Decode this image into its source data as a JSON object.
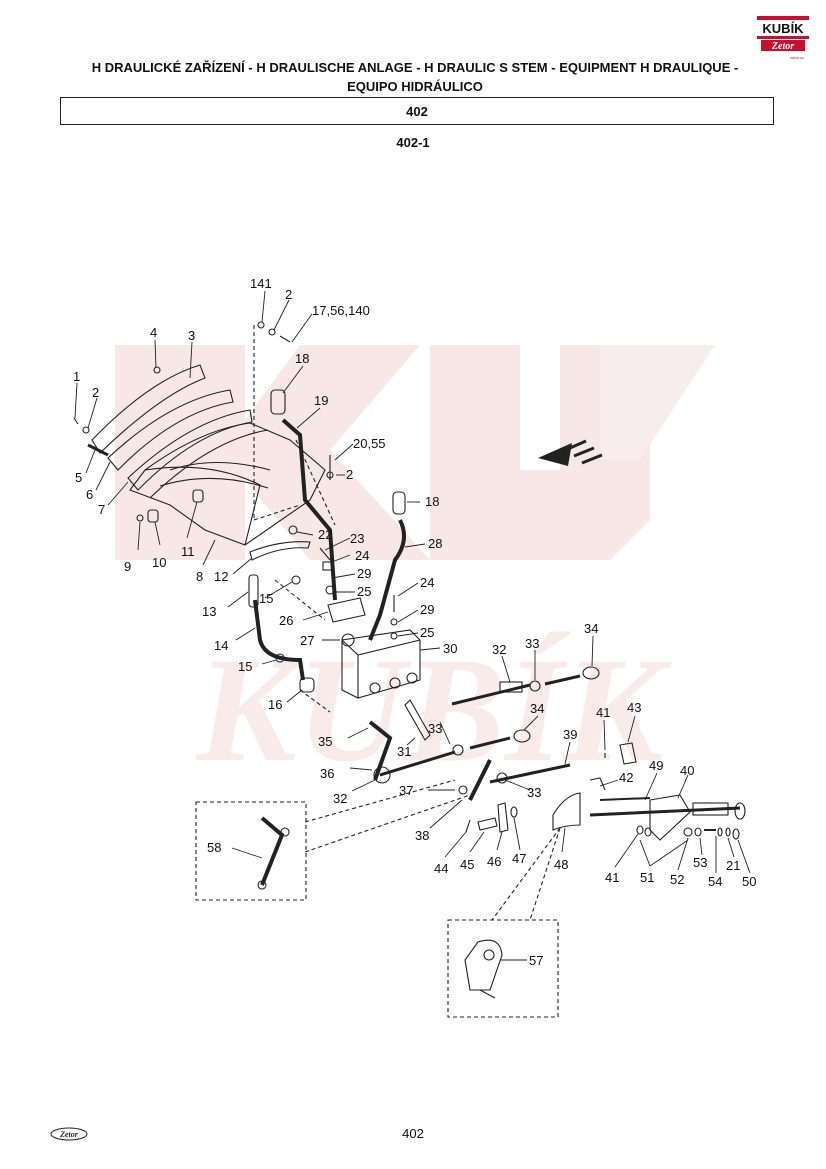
{
  "header": {
    "title_line1": "H  DRAULICKÉ ZAŘÍZENÍ - H  DRAULISCHE ANLAGE - H  DRAULIC S  STEM - EQUIPMENT H  DRAULIQUE -",
    "title_line2": "EQUIPO HIDRÁULICO",
    "section_box": "402",
    "subsection": "402-1"
  },
  "brand": {
    "logo_top": "KUBÍK",
    "logo_bottom": "Zetor",
    "logo_small": "zetor.cz",
    "watermark": "KUBÍK",
    "footer_logo": "Zetor"
  },
  "footer": {
    "page_number": "402"
  },
  "colors": {
    "watermark": "#f2d4d4",
    "logo_red": "#c8102e",
    "ink": "#111111"
  },
  "callouts": {
    "c141": "141",
    "c2a": "2",
    "c17": "17,56,140",
    "c4": "4",
    "c3": "3",
    "c1": "1",
    "c2b": "2",
    "c18a": "18",
    "c19": "19",
    "c20": "20,55",
    "c2c": "2",
    "c5": "5",
    "c6": "6",
    "c7": "7",
    "c18b": "18",
    "c22": "22",
    "c23": "23",
    "c28": "28",
    "c24a": "24",
    "c29a": "29",
    "c25a": "25",
    "c24b": "24",
    "c29b": "29",
    "c25b": "25",
    "c9": "9",
    "c10": "10",
    "c11": "11",
    "c8": "8",
    "c12": "12",
    "c13": "13",
    "c15a": "15",
    "c26": "26",
    "c27": "27",
    "c30": "30",
    "c32a": "32",
    "c33a": "33",
    "c34a": "34",
    "c14": "14",
    "c15b": "15",
    "c16": "16",
    "c35": "35",
    "c36": "36",
    "c31": "31",
    "c33b": "33",
    "c34b": "34",
    "c39": "39",
    "c41a": "41",
    "c43": "43",
    "c32b": "32",
    "c37": "37",
    "c33c": "33",
    "c42": "42",
    "c49": "49",
    "c40": "40",
    "c58": "58",
    "c38": "38",
    "c44": "44",
    "c45": "45",
    "c46": "46",
    "c47": "47",
    "c48": "48",
    "c41b": "41",
    "c51": "51",
    "c52": "52",
    "c53": "53",
    "c54": "54",
    "c21": "21",
    "c50": "50",
    "c57": "57"
  }
}
